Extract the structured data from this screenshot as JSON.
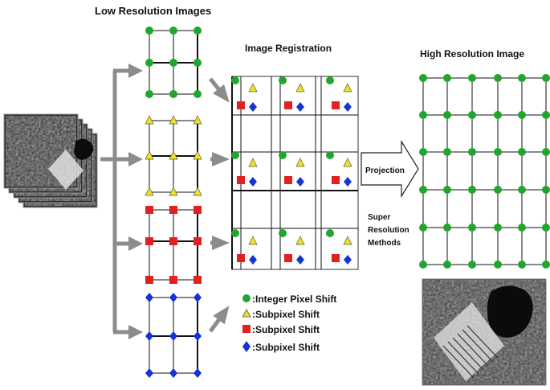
{
  "titles": {
    "low_res": "Low Resolution Images",
    "registration": "Image Registration",
    "high_res": "High Resolution Image"
  },
  "arrows": {
    "projection": "Projection",
    "super_resolution": [
      "Super",
      "Resolution",
      "Methods"
    ]
  },
  "legend": [
    {
      "marker": "green-circle",
      "text": ":Integer Pixel Shift"
    },
    {
      "marker": "yellow-triangle",
      "text": ":Subpixel Shift"
    },
    {
      "marker": "red-square",
      "text": ":Subpixel Shift"
    },
    {
      "marker": "blue-diamond",
      "text": ":Subpixel Shift"
    }
  ],
  "colors": {
    "green": "#22a52c",
    "yellow": "#f2e21a",
    "red": "#e32020",
    "blue": "#1633d6",
    "arrow_gray": "#8c8c8c",
    "grid_line": "#111111"
  }
}
